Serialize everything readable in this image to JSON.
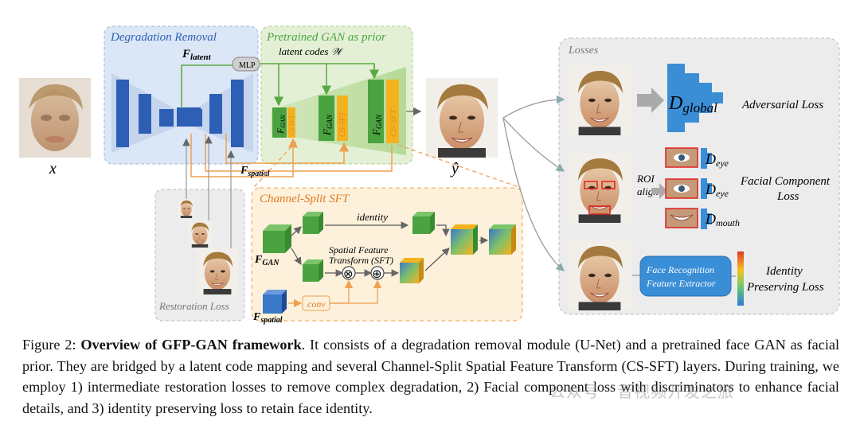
{
  "figure": {
    "input_label": "x",
    "output_label": "ŷ",
    "degradation_removal_title": "Degradation Removal",
    "pretrained_gan_title": "Pretrained GAN as prior",
    "f_latent": {
      "main": "F",
      "sub": "latent"
    },
    "mlp_label": "MLP",
    "latent_codes_label": "latent codes 𝒲",
    "f_gan": {
      "main": "F",
      "sub": "GAN"
    },
    "cs_sft": "CS-SFT",
    "f_spatial": {
      "main": "F",
      "sub": "spatial"
    },
    "restoration_loss_label": "Restoration Loss",
    "channel_split_title": "Channel-Split SFT",
    "identity_label": "identity",
    "sft_label_line1": "Spatial Feature",
    "sft_label_line2": "Transform (SFT)",
    "conv_label": "conv",
    "times_symbol": "⊗",
    "plus_symbol": "⊕",
    "losses_title": "Losses",
    "d_global": {
      "main": "D",
      "sub": "global"
    },
    "adversarial_loss": "Adversarial Loss",
    "roi_align_line1": "ROI",
    "roi_align_line2": "align",
    "d_eye": {
      "main": "D",
      "sub": "eye"
    },
    "d_mouth": {
      "main": "D",
      "sub": "mouth"
    },
    "facial_component_loss_line1": "Facial Component",
    "facial_component_loss_line2": "Loss",
    "face_recognition_line1": "Face Recognition",
    "face_recognition_line2": "Feature Extractor",
    "identity_loss_line1": "Identity",
    "identity_loss_line2": "Preserving Loss"
  },
  "caption": {
    "label": "Figure 2:",
    "bold_title": "Overview of GFP-GAN framework",
    "text": ". It consists of a degradation removal module (U-Net) and a pretrained face GAN as facial prior. They are bridged by a latent code mapping and several Channel-Split Spatial Feature Transform (CS-SFT) layers. During training, we employ 1) intermediate restoration losses to remove complex degradation, 2) Facial component loss with discriminators to enhance facial details, and 3) identity preserving loss to retain face identity."
  },
  "watermark": "公众号 · 音视频开发之旅",
  "colors": {
    "blue_block": "#2d5fb5",
    "green_block": "#4aa340",
    "orange_block": "#f5b21f",
    "unet_bg": "#dbe6f6",
    "gan_bg": "#e4f0d5",
    "sft_bg": "#fdf1db",
    "loss_bg": "#ececec",
    "orange_line": "#f0a050",
    "green_line": "#5aa845"
  }
}
